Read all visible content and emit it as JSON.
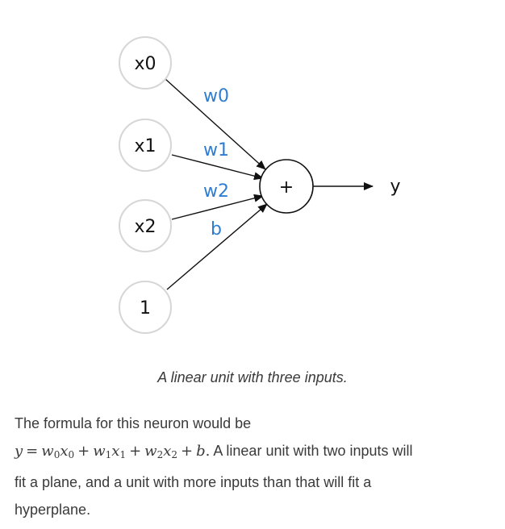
{
  "diagram": {
    "inputs": [
      {
        "id": "x0",
        "label": "x0"
      },
      {
        "id": "x1",
        "label": "x1"
      },
      {
        "id": "x2",
        "label": "x2"
      },
      {
        "id": "bias",
        "label": "1"
      }
    ],
    "weights": [
      "w0",
      "w1",
      "w2",
      "b"
    ],
    "sum_label": "+",
    "output_label": "y"
  },
  "caption": "A linear unit with three inputs.",
  "paragraph": {
    "line1": "The formula for this neuron would be",
    "formula": {
      "y": "y",
      "eq": "=",
      "w0": "w",
      "w0_sub": "0",
      "x0": "x",
      "x0_sub": "0",
      "plus1": "+",
      "w1": "w",
      "w1_sub": "1",
      "x1": "x",
      "x1_sub": "1",
      "plus2": "+",
      "w2": "w",
      "w2_sub": "2",
      "x2": "x",
      "x2_sub": "2",
      "plus3": "+",
      "b": "b",
      "period": "."
    },
    "line2_rest": " A linear unit with two inputs will",
    "line3": "fit a plane, and a unit with more inputs than that will fit a",
    "line4": "hyperplane."
  }
}
